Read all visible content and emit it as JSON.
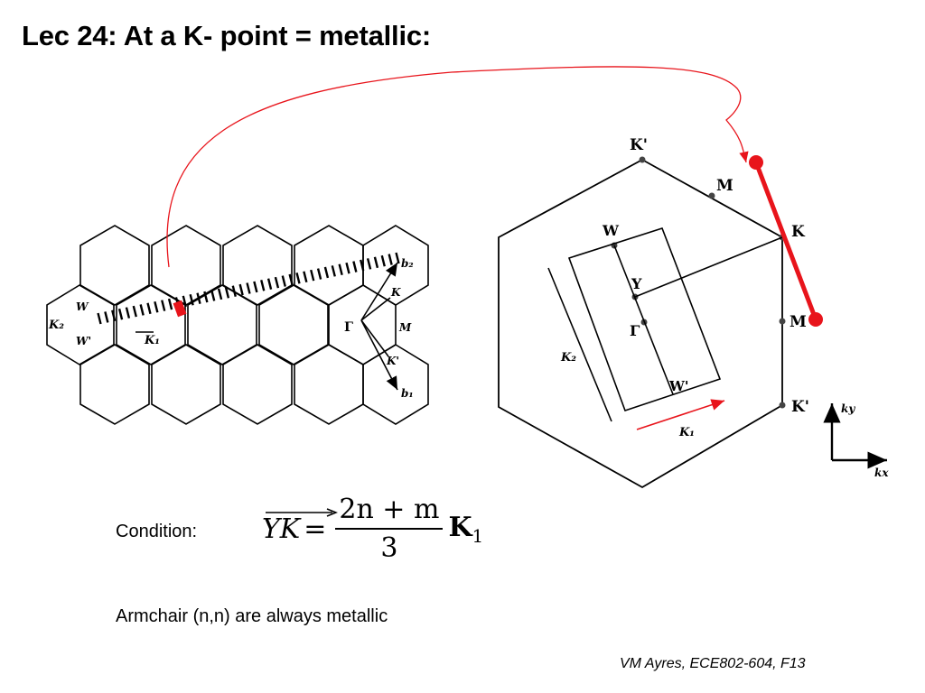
{
  "slide": {
    "title": "Lec 24: At a K- point = metallic:",
    "condition_label": "Condition:",
    "formula": {
      "vector": "YK",
      "equals": "=",
      "numerator": "2n + m",
      "denominator": "3",
      "rhs_symbol": "K",
      "rhs_subscript": "1"
    },
    "statement": "Armchair (n,n) are always metallic",
    "credit": "VM Ayres, ECE802-604, F13"
  },
  "left_diagram": {
    "labels": {
      "w": "W",
      "w_prime": "W'",
      "k2": "K₂",
      "k1": "K₁",
      "b2": "b₂",
      "b1": "b₁",
      "k": "K",
      "m": "M",
      "k_prime": "K'",
      "gamma": "Γ"
    }
  },
  "right_diagram": {
    "labels": {
      "k_prime_top": "K'",
      "m_top": "M",
      "k": "K",
      "m_right": "M",
      "k_prime_bottom": "K'",
      "w": "W",
      "y": "Y",
      "gamma": "Γ",
      "w_prime": "W'",
      "k2": "K₂",
      "k1": "K₁",
      "ky": "ky",
      "kx": "kx"
    }
  },
  "colors": {
    "highlight": "#e8141b",
    "ink": "#000000"
  }
}
